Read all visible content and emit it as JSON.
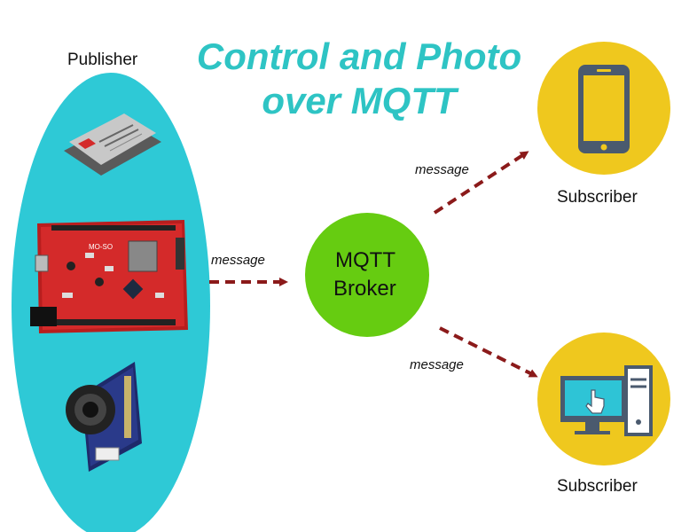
{
  "title": {
    "line1": "Control and Photo",
    "line2": "over MQTT"
  },
  "publisher": {
    "label": "Publisher",
    "devices": [
      "gsm-module",
      "dev-board",
      "camera-module"
    ],
    "board_silkscreen": "MO-SO"
  },
  "broker": {
    "line1": "MQTT",
    "line2": "Broker"
  },
  "subscribers": [
    {
      "label": "Subscriber",
      "icon": "smartphone-icon"
    },
    {
      "label": "Subscriber",
      "icon": "desktop-computer-icon"
    }
  ],
  "messages": {
    "to_broker": "message",
    "to_subscriber_top": "message",
    "to_subscriber_bottom": "message"
  },
  "colors": {
    "title": "#2ec4c4",
    "publisher_ellipse": "#2ec9d6",
    "broker": "#66cc11",
    "subscriber_circle": "#efc81e",
    "icon_body": "#4a5a6e",
    "screen": "#2ec4d6",
    "arrow": "#8b1a1a",
    "board_red": "#d42a2a"
  }
}
